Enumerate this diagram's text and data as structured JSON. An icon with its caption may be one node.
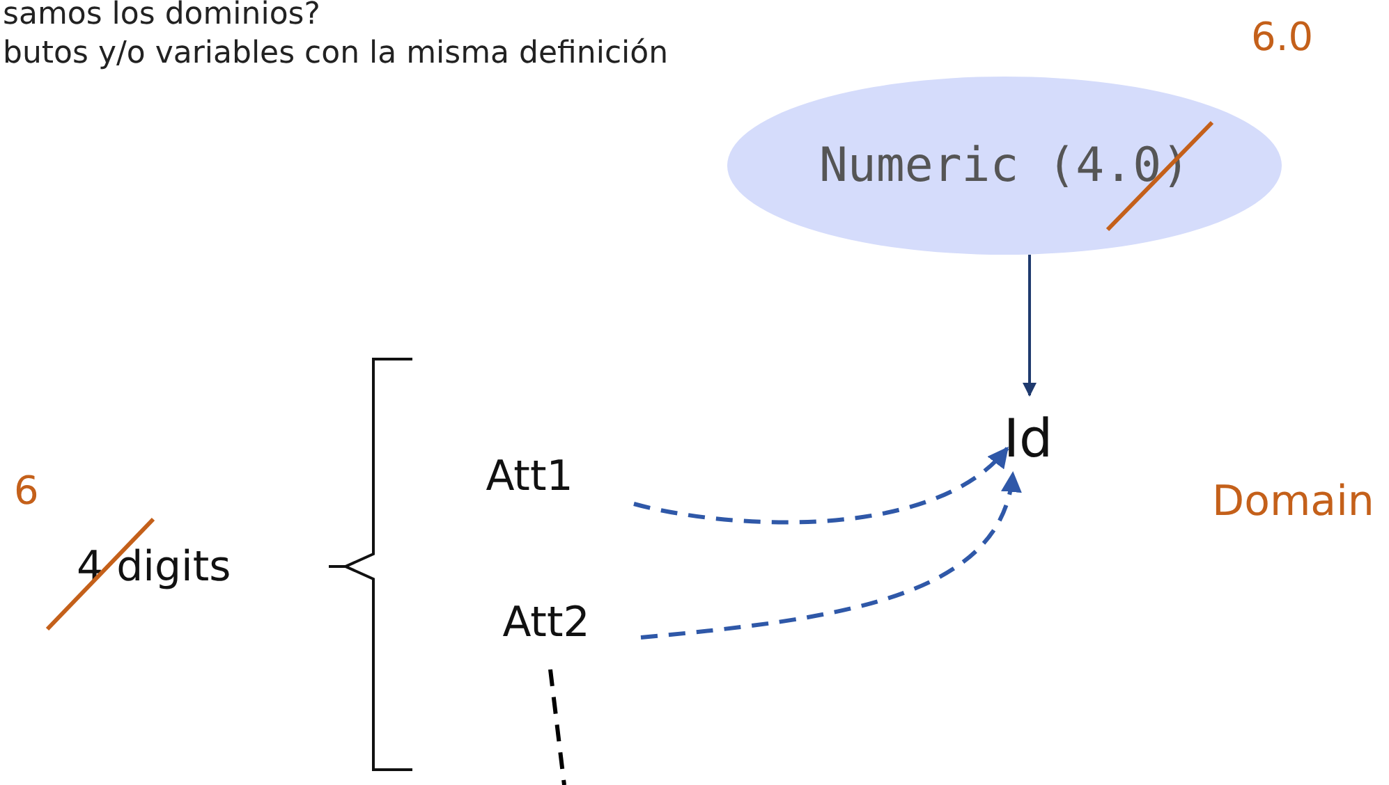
{
  "diagram": {
    "nodes": [
      {
        "text": [
          "Numeric (4.0)"
        ]
      },
      {
        "text": [
          "Id"
        ]
      },
      {
        "text": [
          "Att1"
        ]
      },
      {
        "text": [
          "Att2"
        ]
      }
    ],
    "edges": [
      {
        "from": 0,
        "to": 1,
        "arrow": "to",
        "color": "#1f3a6e"
      },
      {
        "from": 2,
        "to": 1,
        "arrow": "to",
        "style": "dashed"
      },
      {
        "from": 3,
        "to": 1,
        "arrow": "to",
        "style": "dashed"
      },
      {
        "from": 3,
        "to": null,
        "arrow": "none",
        "style": "dashed",
        "color": "#000000"
      }
    ],
    "labels": [
      "samos los dominios?",
      "butos y/o variables con la misma definición",
      "6.0",
      "6",
      "4 digits",
      "Domain"
    ]
  }
}
